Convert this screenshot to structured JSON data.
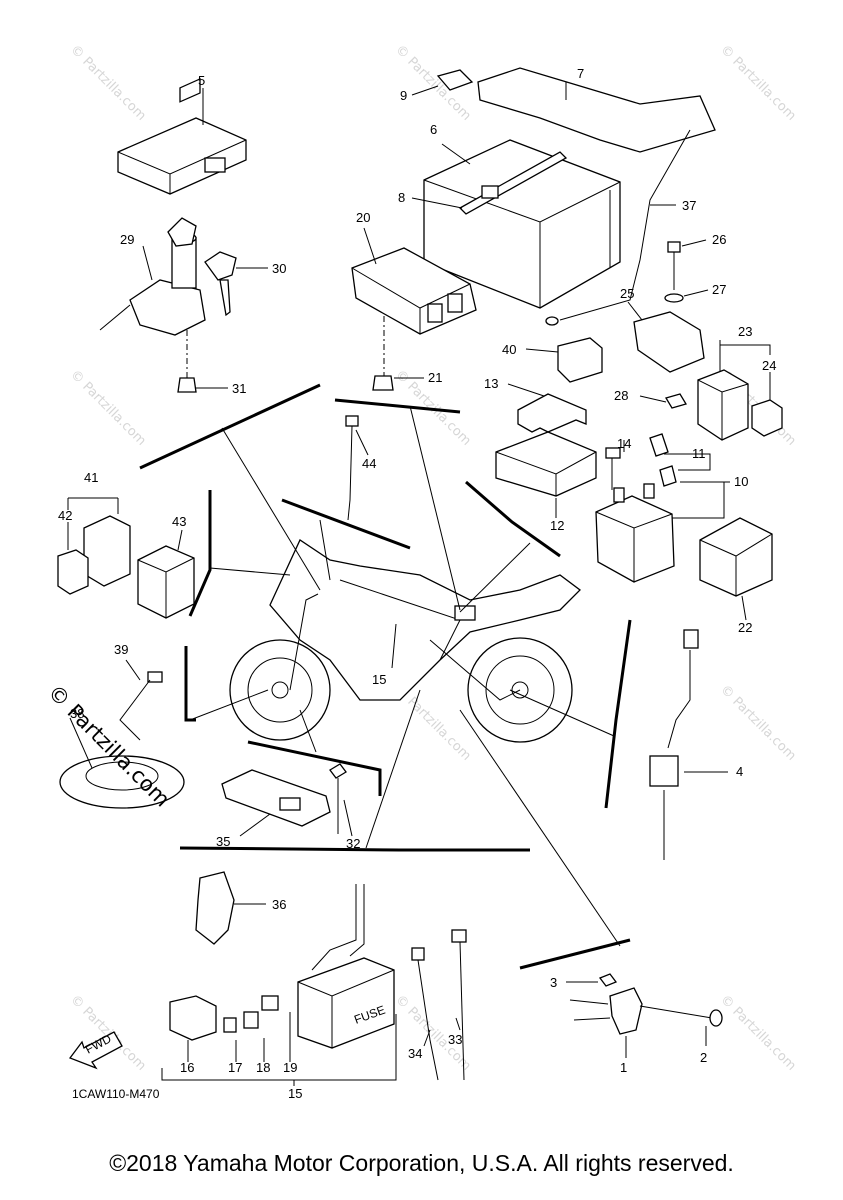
{
  "diagram_code": "1CAW110-M470",
  "copyright": "©2018 Yamaha Motor Corporation, U.S.A. All rights reserved.",
  "watermark": "© Partzilla.com",
  "fwd_label": "FWD",
  "fuse_label": "FUSE",
  "callouts": {
    "c1": "1",
    "c2": "2",
    "c3": "3",
    "c4": "4",
    "c5": "5",
    "c6": "6",
    "c7": "7",
    "c8": "8",
    "c9": "9",
    "c10": "10",
    "c11": "11",
    "c12": "12",
    "c13": "13",
    "c14": "14",
    "c15a": "15",
    "c15b": "15",
    "c16": "16",
    "c17": "17",
    "c18": "18",
    "c19": "19",
    "c20": "20",
    "c21": "21",
    "c22": "22",
    "c23": "23",
    "c24": "24",
    "c25": "25",
    "c26": "26",
    "c27": "27",
    "c28": "28",
    "c29": "29",
    "c30": "30",
    "c31": "31",
    "c32": "32",
    "c33": "33",
    "c34": "34",
    "c35": "35",
    "c36": "36",
    "c37": "37",
    "c38": "38",
    "c39": "39",
    "c40": "40",
    "c41": "41",
    "c42": "42",
    "c43": "43",
    "c44": "44"
  }
}
